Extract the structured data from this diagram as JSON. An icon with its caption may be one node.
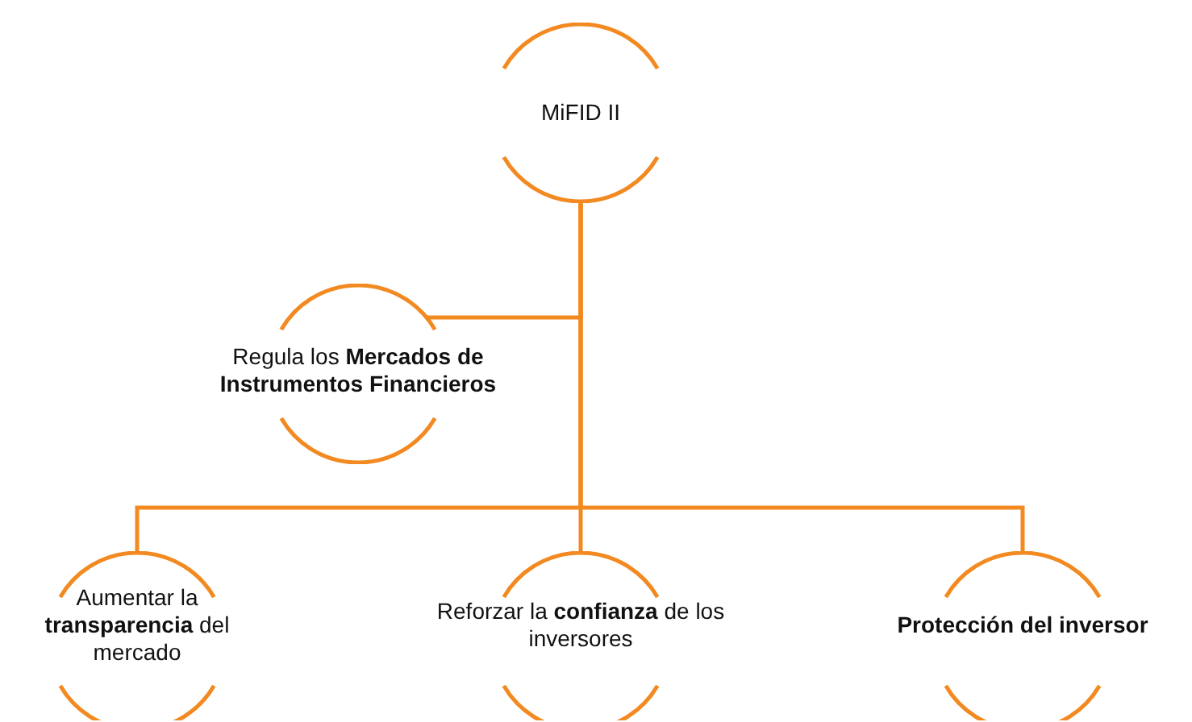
{
  "diagram": {
    "nodes": [
      {
        "text": [
          "MiFID II"
        ]
      },
      {
        "text": [
          "Regula los **Mercados de Instrumentos Financieros**"
        ]
      },
      {
        "text": [
          "Aumentar la **transparencia** del mercado"
        ]
      },
      {
        "text": [
          "Reforzar la **confianza** de los inversores"
        ]
      },
      {
        "text": [
          "**Protección del inversor**"
        ]
      }
    ],
    "edges": [
      {
        "from": 0,
        "to": 1,
        "arrow": "none"
      },
      {
        "from": 0,
        "to": 2,
        "arrow": "none"
      },
      {
        "from": 0,
        "to": 3,
        "arrow": "none"
      },
      {
        "from": 0,
        "to": 4,
        "arrow": "none"
      }
    ]
  }
}
